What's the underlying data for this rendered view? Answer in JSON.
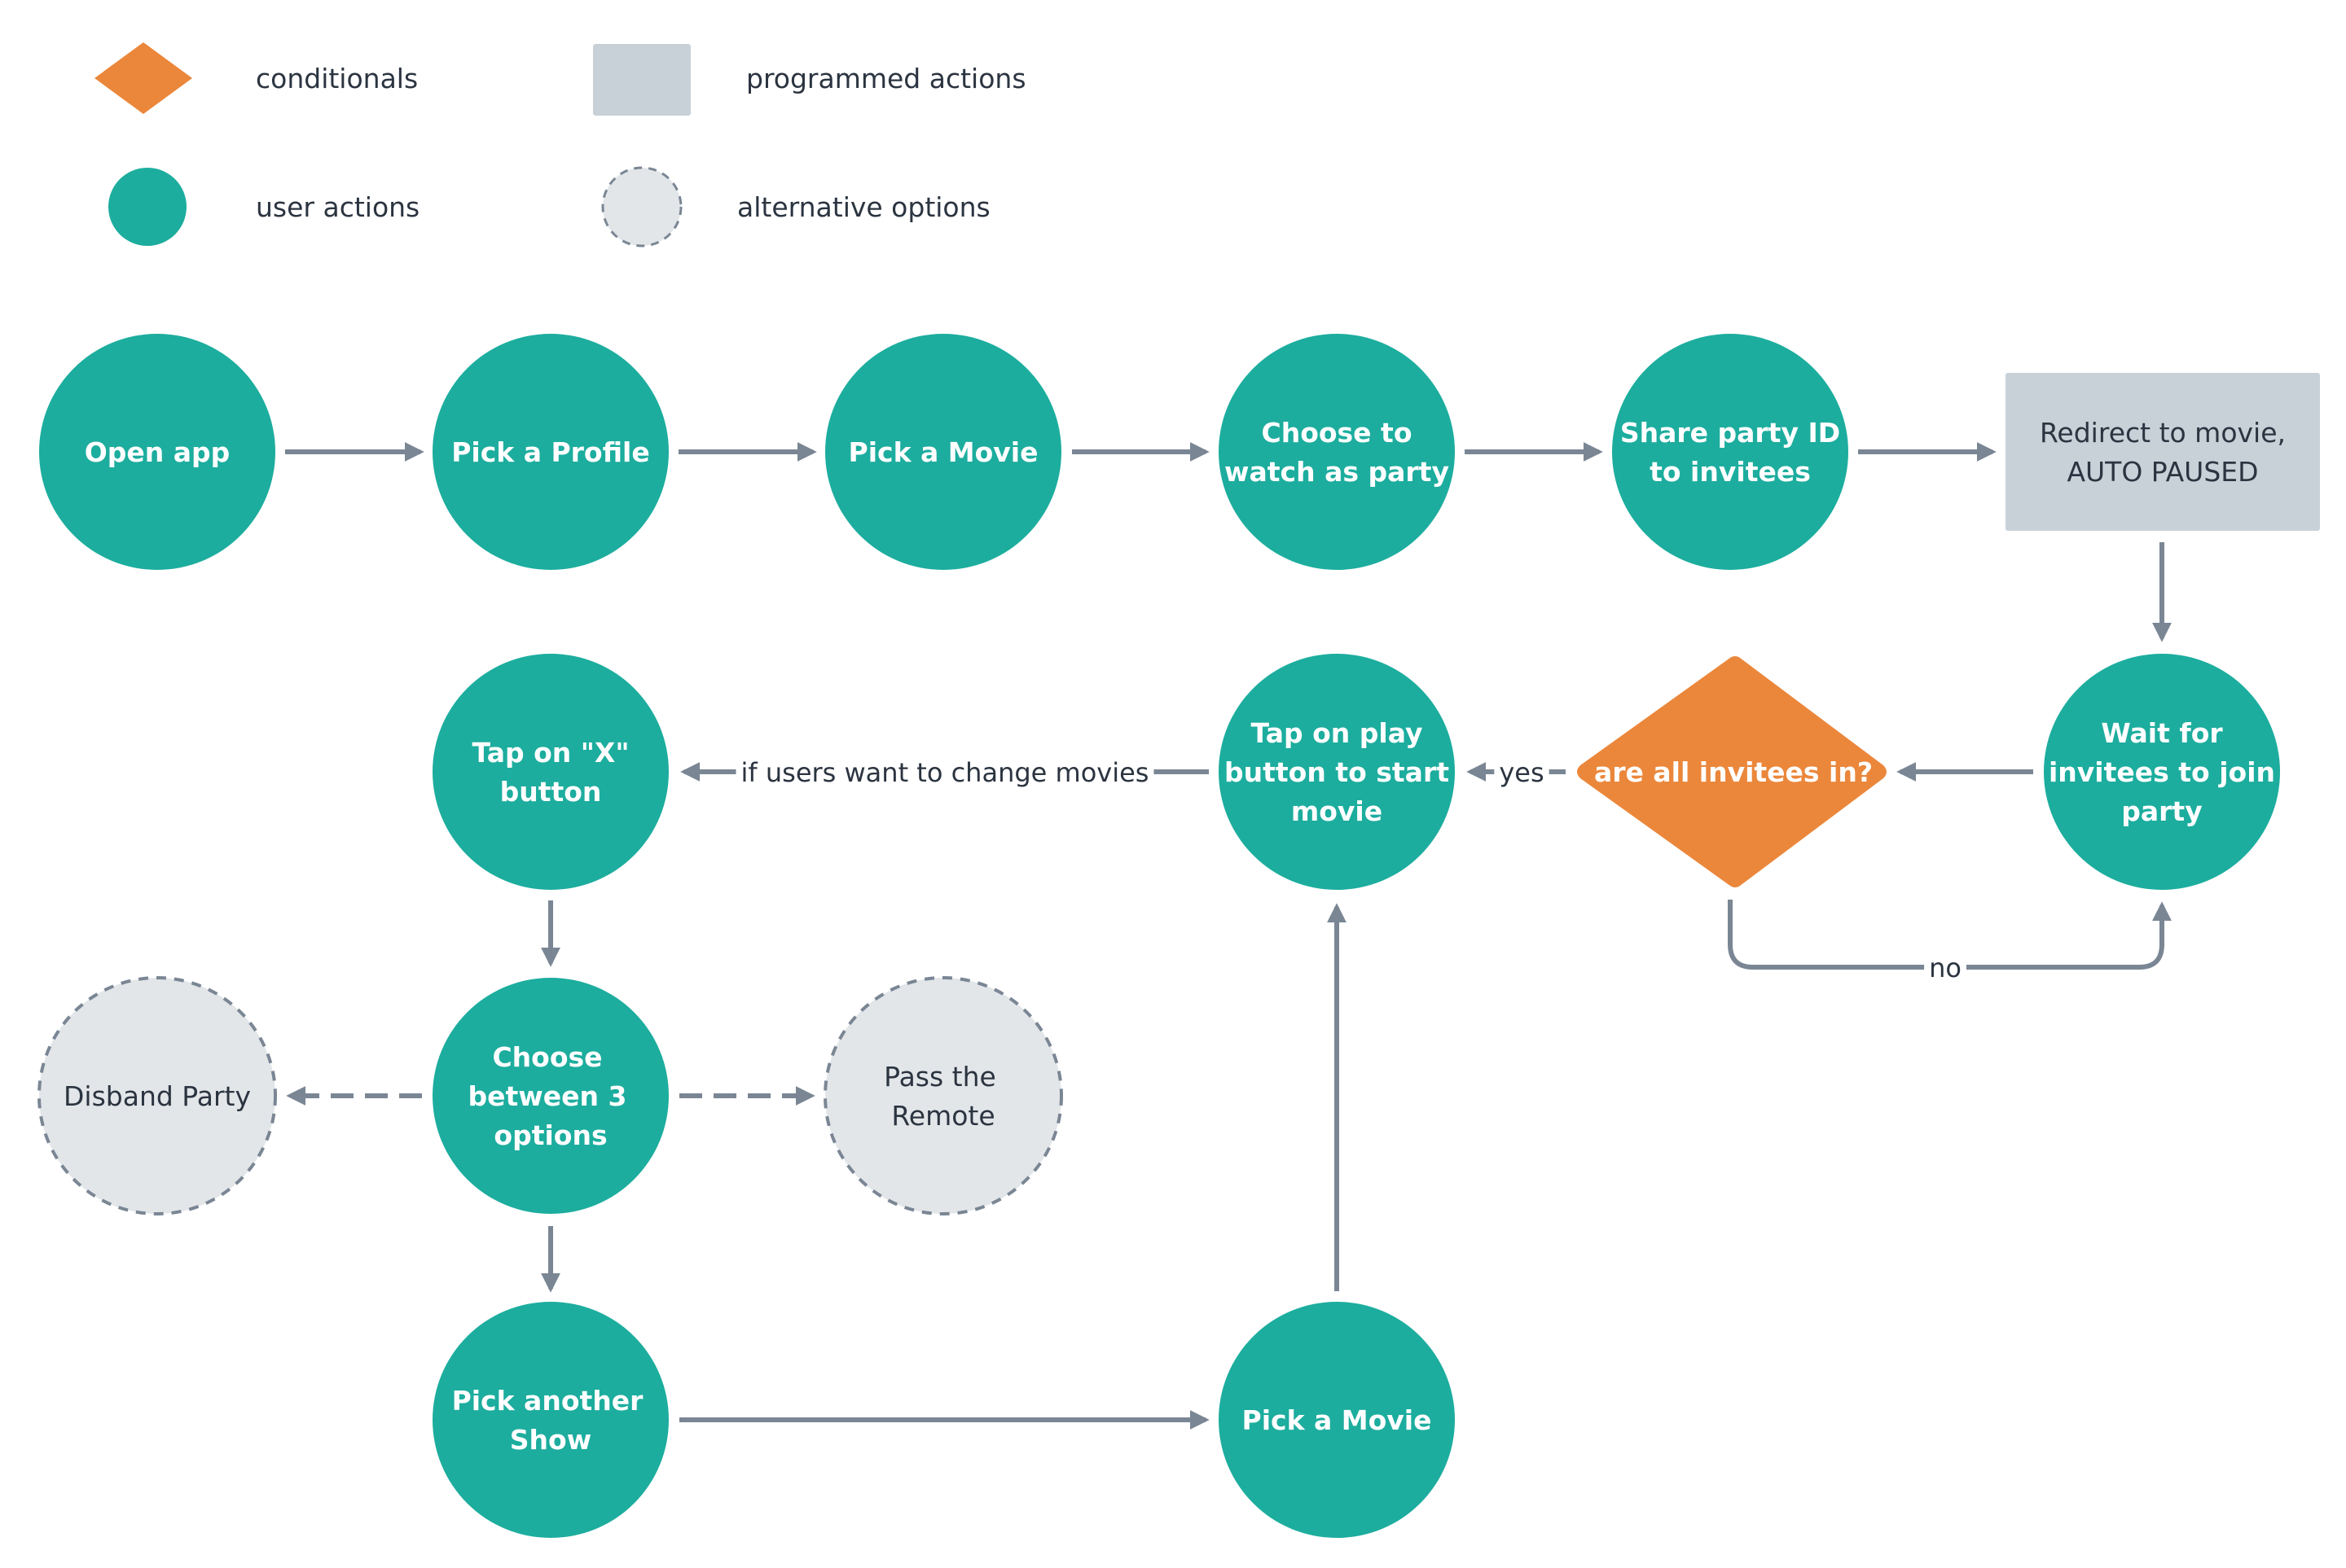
{
  "legend": {
    "conditionals": "conditionals",
    "programmed_actions": "programmed actions",
    "user_actions": "user actions",
    "alternative_options": "alternative options"
  },
  "nodes": {
    "open_app": "Open app",
    "pick_profile": "Pick a Profile",
    "pick_movie": "Pick a Movie",
    "choose_watch_party": [
      "Choose to",
      "watch as party"
    ],
    "share_party_id": [
      "Share party ID",
      "to invitees"
    ],
    "redirect": [
      "Redirect to movie,",
      "AUTO PAUSED"
    ],
    "wait_invitees": [
      "Wait for",
      "invitees to join",
      "party"
    ],
    "all_invitees_in": "are all invitees in?",
    "tap_play": [
      "Tap on play",
      "button to start",
      "movie"
    ],
    "tap_x": [
      "Tap on \"X\"",
      "button"
    ],
    "choose_between": [
      "Choose",
      "between 3",
      "options"
    ],
    "disband_party": "Disband Party",
    "pass_remote": [
      "Pass the",
      "Remote"
    ],
    "pick_another_show": [
      "Pick another",
      "Show"
    ],
    "pick_movie_2": "Pick a Movie"
  },
  "edge_labels": {
    "yes": "yes",
    "no": "no",
    "change_movies": "if users want to change movies"
  },
  "colors": {
    "user_action": "#1CAD9E",
    "conditional": "#EB873B",
    "programmed": "#C8D0D8",
    "alternative": "#E3E6E9",
    "arrow": "#7A8694",
    "text_light": "#FFFFFF",
    "text_dark": "#2B3440"
  }
}
